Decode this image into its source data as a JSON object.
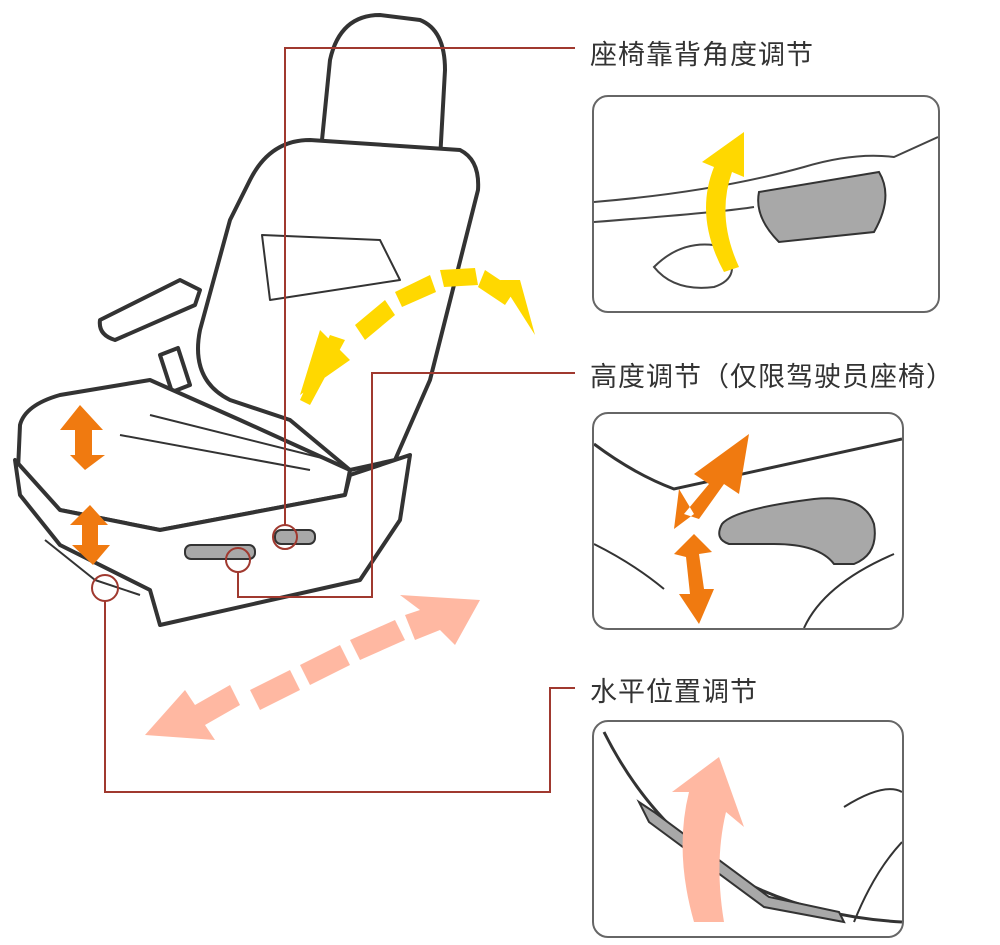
{
  "callouts": [
    {
      "label": "座椅靠背角度调节"
    },
    {
      "label": "高度调节（仅限驾驶员座椅）"
    },
    {
      "label": "水平位置调节"
    }
  ],
  "colors": {
    "callout_line": "#a0392f",
    "recline_arrow": "#ffd800",
    "height_arrow": "#f07a10",
    "slide_arrow": "#ffb8a2",
    "lever": "#a8a8a8",
    "outline": "#333333"
  }
}
